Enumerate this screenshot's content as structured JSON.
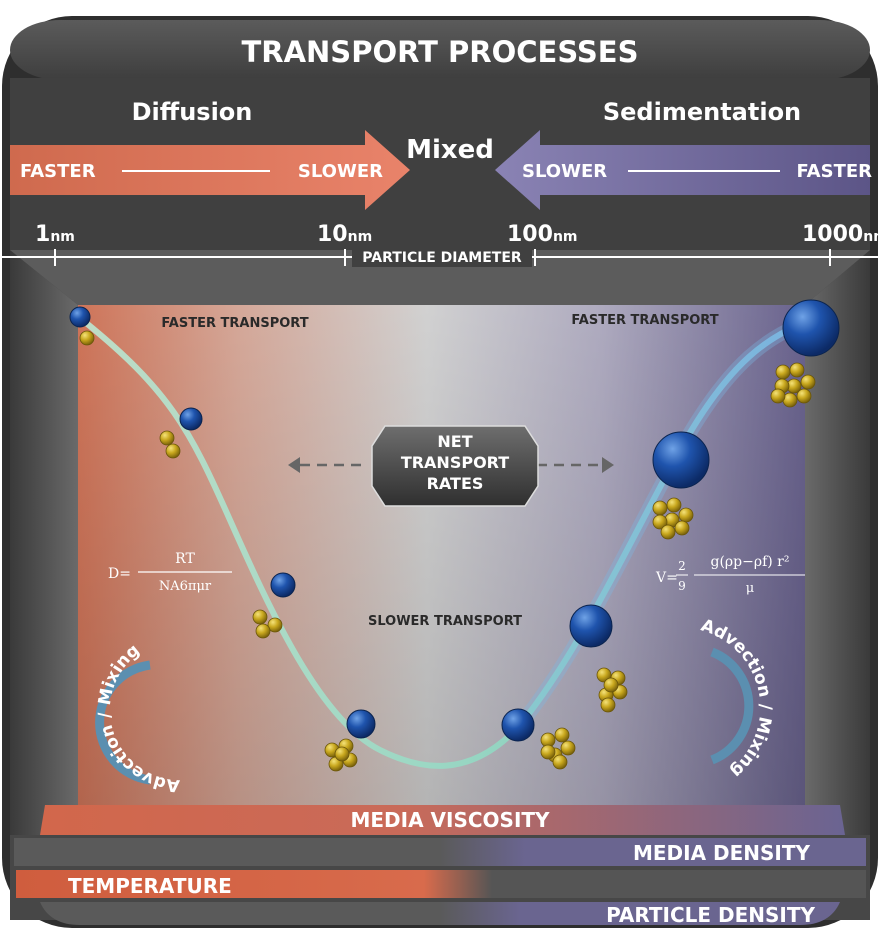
{
  "header": {
    "title": "TRANSPORT PROCESSES",
    "left_regime": "Diffusion",
    "right_regime": "Sedimentation",
    "middle_regime": "Mixed"
  },
  "arrows": {
    "left": {
      "start": "FASTER",
      "end": "SLOWER"
    },
    "right": {
      "start": "SLOWER",
      "end": "FASTER"
    }
  },
  "scale": {
    "label": "PARTICLE DIAMETER",
    "unit": "nm",
    "ticks": [
      {
        "value": "1",
        "unit": "nm"
      },
      {
        "value": "10",
        "unit": "nm"
      },
      {
        "value": "100",
        "unit": "nm"
      },
      {
        "value": "1000",
        "unit": "nm"
      }
    ]
  },
  "panel": {
    "faster_left": "FASTER TRANSPORT",
    "faster_right": "FASTER TRANSPORT",
    "slower": "SLOWER TRANSPORT",
    "net_rates": [
      "NET",
      "TRANSPORT",
      "RATES"
    ],
    "mixing_left": "Advection / Mixing",
    "mixing_right": "Advection / Mixing"
  },
  "equations": {
    "diffusion": {
      "lhs": "D=",
      "numerator": "RT",
      "denominator": "NA6πμr"
    },
    "sedimentation": {
      "lhs": "V=",
      "coef_num": "2",
      "coef_den": "9",
      "numerator": "g(ρp−ρf) r²",
      "denominator": "μ"
    }
  },
  "bars": {
    "media_viscosity": "MEDIA VISCOSITY",
    "media_density": "MEDIA DENSITY",
    "temperature": "TEMPERATURE",
    "particle_density": "PARTICLE DENSITY"
  },
  "colors": {
    "diffusion": "#d9735a",
    "sedimentation": "#6d6595",
    "particle": "#1f4fa0",
    "cluster": "#c9a81e",
    "curve": "#a9e0c8",
    "frame": "#3b3b3b"
  }
}
